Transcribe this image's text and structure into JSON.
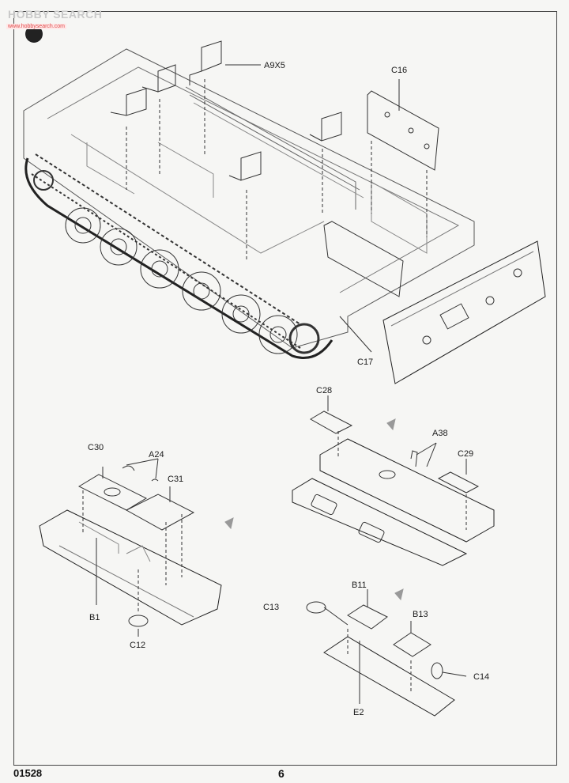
{
  "watermark": {
    "title": "HOBBY SEARCH",
    "subtitle": "www.hobbysearch.com"
  },
  "footer": {
    "kit_number": "01528",
    "page_number": "6"
  },
  "callouts": {
    "a9x5": "A9X5",
    "c16": "C16",
    "c17": "C17",
    "c28": "C28",
    "a38": "A38",
    "c29": "C29",
    "c30": "C30",
    "a24": "A24",
    "c31": "C31",
    "b1": "B1",
    "c12": "C12",
    "c13": "C13",
    "b11": "B11",
    "b13": "B13",
    "c14": "C14",
    "e2": "E2"
  }
}
